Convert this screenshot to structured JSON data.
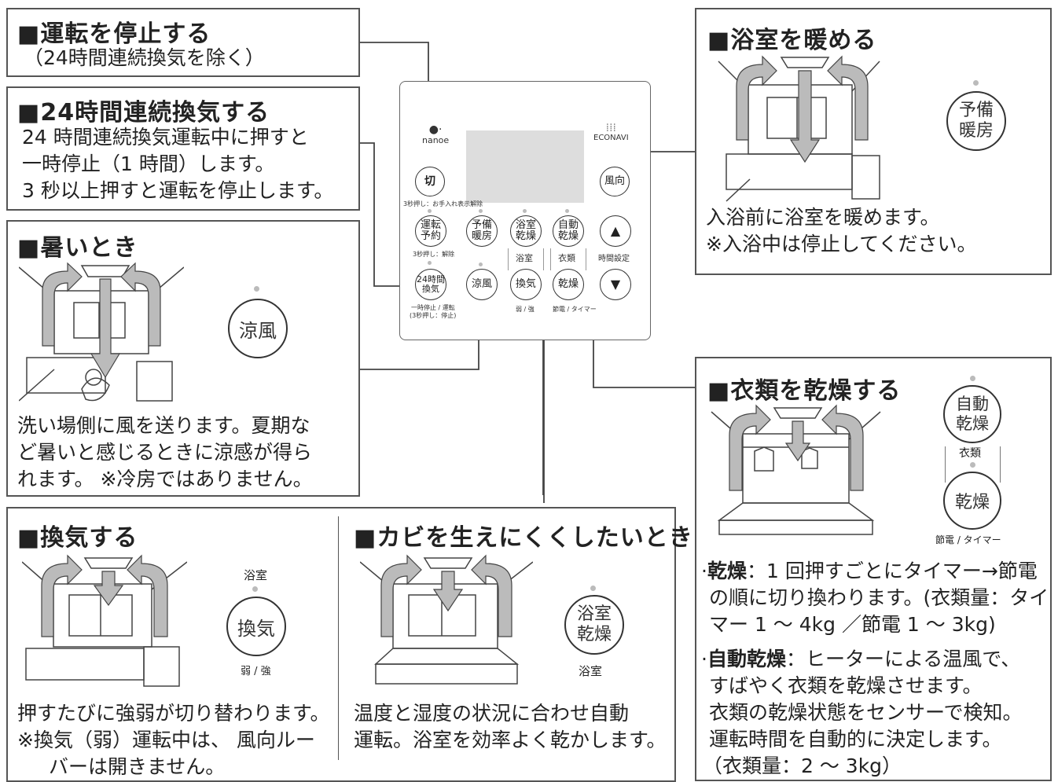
{
  "stop": {
    "title": "■運転を停止する",
    "note": "（24時間連続換気を除く）"
  },
  "continuous": {
    "title": "■24時間連続換気する",
    "lines": [
      "24 時間連続換気運転中に押すと",
      "一時停止（1 時間）します。",
      "3 秒以上押すと運転を停止します。"
    ]
  },
  "hot": {
    "title": "■暑いとき",
    "button": "涼風",
    "lines": [
      "洗い場側に風を送ります。夏期な",
      "ど暑いと感じるときに涼感が得ら",
      "れます。 ※冷房ではありません。"
    ]
  },
  "ventilate": {
    "title": "■換気する",
    "label_top": "浴室",
    "button": "換気",
    "label_bottom": "弱 / 強",
    "lines": [
      "押すたびに強弱が切り替わります。",
      "※換気（弱）運転中は、 風向ルー",
      "バーは開きません。"
    ]
  },
  "mold": {
    "title": "■カビを生えにくくしたいとき",
    "button_line1": "浴室",
    "button_line2": "乾燥",
    "label_bottom": "浴室",
    "lines": [
      "温度と湿度の状況に合わせ自動",
      "運転。浴室を効率よく乾かします。"
    ]
  },
  "warm": {
    "title": "■浴室を暖める",
    "button_line1": "予備",
    "button_line2": "暖房",
    "lines": [
      "入浴前に浴室を暖めます。",
      "※入浴中は停止してください。"
    ]
  },
  "clothes": {
    "title": "■衣類を乾燥する",
    "auto_line1": "自動",
    "auto_line2": "乾燥",
    "middle_label": "衣類",
    "dry": "乾燥",
    "bottom_label": "節電 / タイマー",
    "item1_bold": "乾燥",
    "item1_rest": "：1 回押すごとにタイマー→節電",
    "item1_lines": [
      "の順に切り換わります。(衣類量：タイ",
      "マー 1 ～ 4kg ／節電 1 ～ 3kg)"
    ],
    "item2_bold": "自動乾燥",
    "item2_rest": "：ヒーターによる温風で、",
    "item2_lines": [
      "すばやく衣類を乾燥させます。",
      "衣類の乾燥状態をセンサーで検知。",
      "運転時間を自動的に決定します。",
      "（衣類量：2 ～ 3kg）"
    ]
  },
  "panel": {
    "nanoe": "nanoe",
    "econavi": "ECONAVI",
    "off": "切",
    "off_label": "3秒押し：お手入れ表示解除",
    "wind_dir": "風向",
    "reserve_1": "運転",
    "reserve_2": "予約",
    "reserve_label": "3秒押し：解除",
    "preheat_1": "予備",
    "preheat_2": "暖房",
    "bathdry_1": "浴室",
    "bathdry_2": "乾燥",
    "bath_label": "浴室",
    "autodry_1": "自動",
    "autodry_2": "乾燥",
    "clothes_label": "衣類",
    "up": "▲",
    "time_label": "時間設定",
    "vent24_1": "24時間",
    "vent24_2": "換気",
    "vent24_label1": "一時停止 / 運転",
    "vent24_label2": "(3秒押し：停止)",
    "cool": "涼風",
    "vent": "換気",
    "vent_label": "弱 / 強",
    "dry": "乾燥",
    "dry_label": "節電 / タイマー",
    "down": "▼"
  }
}
